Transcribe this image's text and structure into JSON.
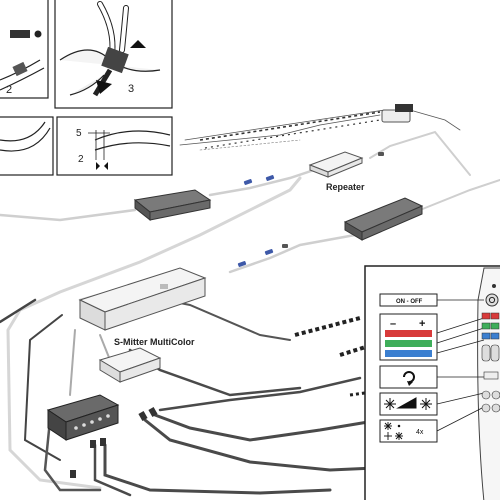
{
  "labels": {
    "repeater": "Repeater",
    "splitter": "S-Mitter MultiColor"
  },
  "callouts": {
    "step_2": "2",
    "step_3": "3",
    "dim_5": "5",
    "dim_2": "2"
  },
  "panel": {
    "on_off": "ON - OFF",
    "minus": "–",
    "plus": "+",
    "multiplier": "4x"
  },
  "colors": {
    "red_bar": "#d83a3a",
    "green_bar": "#3fae5a",
    "blue_bar": "#3b7fd0",
    "cable_dark": "#444444",
    "cable_light": "#d8d8d8",
    "connector_blue": "#3e59a8",
    "device_grey": "#6f6f6f"
  },
  "icons": [
    "power-icon",
    "rotate-icon",
    "brightness-icon",
    "sparkle-icon"
  ]
}
